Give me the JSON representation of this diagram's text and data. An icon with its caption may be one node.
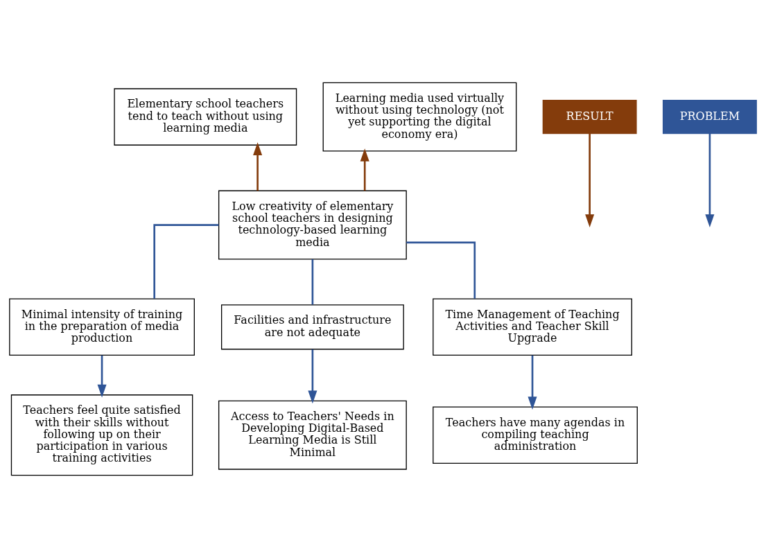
{
  "diagram": {
    "nodes": [
      {
        "text": [
          "Elementary school teachers tend to teach without using learning media"
        ]
      },
      {
        "text": [
          "Learning media used virtually without using technology (not yet supporting the digital economy era)"
        ]
      },
      {
        "text": [
          "Low creativity of elementary school teachers in designing technology-based learning media"
        ]
      },
      {
        "text": [
          "Minimal intensity of training in the preparation of media production"
        ]
      },
      {
        "text": [
          "Facilities and infrastructure are not adequate"
        ]
      },
      {
        "text": [
          "Time Management of Teaching Activities and Teacher Skill Upgrade"
        ]
      },
      {
        "text": [
          "Teachers feel quite satisfied with their skills without following up on their participation in various training activities"
        ]
      },
      {
        "text": [
          "Access to Teachers' Needs in Developing Digital-Based Learning Media is Still Minimal"
        ]
      },
      {
        "text": [
          "Teachers have many agendas in compiling teaching administration"
        ]
      },
      {
        "text": [
          "RESULT"
        ]
      },
      {
        "text": [
          "PROBLEM"
        ]
      }
    ],
    "edges": [
      {
        "from": 2,
        "to": 0,
        "arrow": "to",
        "color": "#843c0c"
      },
      {
        "from": 2,
        "to": 1,
        "arrow": "to",
        "color": "#843c0c"
      },
      {
        "from": 2,
        "to": 3,
        "arrow": "none"
      },
      {
        "from": 2,
        "to": 4,
        "arrow": "none"
      },
      {
        "from": 2,
        "to": 5,
        "arrow": "none"
      },
      {
        "from": 3,
        "to": 6,
        "arrow": "to"
      },
      {
        "from": 4,
        "to": 7,
        "arrow": "to"
      },
      {
        "from": 5,
        "to": 8,
        "arrow": "to"
      },
      {
        "from": 9,
        "to": null,
        "arrow": "to",
        "color": "#843c0c"
      },
      {
        "from": 10,
        "to": null,
        "arrow": "to"
      }
    ]
  }
}
